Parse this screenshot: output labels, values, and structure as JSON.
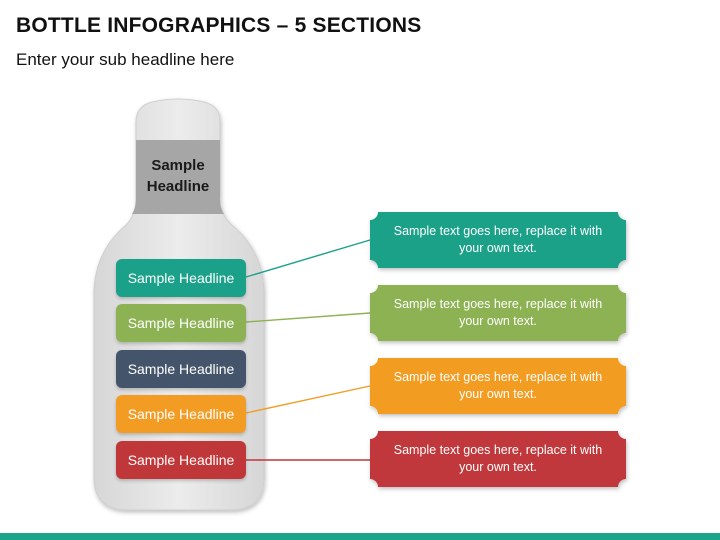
{
  "header": {
    "title": "BOTTLE INFOGRAPHICS – 5 SECTIONS",
    "subtitle": "Enter your sub headline here"
  },
  "bottle": {
    "neck_line1": "Sample",
    "neck_line2": "Headline",
    "body_color": "#e4e4e4",
    "cap_color": "#d9d9d9",
    "band_color": "#a6a6a6"
  },
  "sections": [
    {
      "label": "Sample Headline",
      "color": "#1ba189",
      "text": "Sample text goes here, replace it with your own text.",
      "has_card": true
    },
    {
      "label": "Sample Headline",
      "color": "#8db253",
      "text": "Sample text goes here, replace it with your own text.",
      "has_card": true
    },
    {
      "label": "Sample Headline",
      "color": "#44546a",
      "text": "",
      "has_card": false
    },
    {
      "label": "Sample Headline",
      "color": "#f39c24",
      "text": "Sample text goes here, replace it with your own text.",
      "has_card": true
    },
    {
      "label": "Sample Headline",
      "color": "#c0373a",
      "text": "Sample text goes here, replace it with your own text.",
      "has_card": true
    }
  ],
  "accent_color": "#1aa58a"
}
